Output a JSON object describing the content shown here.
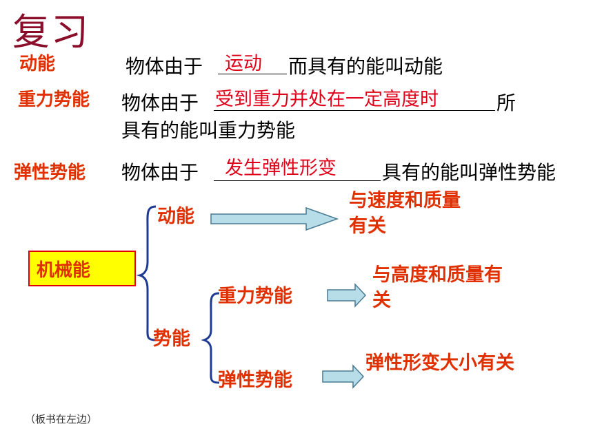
{
  "title": "复习",
  "kinetic": {
    "term": "动能",
    "before": "物体由于",
    "answer": "运动",
    "after": "而具有的能叫动能"
  },
  "gravity": {
    "term": "重力势能",
    "before": "物体由于",
    "answer": "受到重力并处在一定高度时",
    "after": "所",
    "line2": "具有的能叫重力势能"
  },
  "elastic": {
    "term": "弹性势能",
    "before": "物体由于",
    "answer": "发生弹性形变",
    "after": "具有的能叫弹性势能"
  },
  "diagram": {
    "root": "机械能",
    "kinetic_node": "动能",
    "kinetic_desc": "与速度和质量有关",
    "potential_node": "势能",
    "gravity_node": "重力势能",
    "gravity_desc": "与高度和质量有关",
    "elastic_node": "弹性势能",
    "elastic_desc": "弹性形变大小有关"
  },
  "note": "（板书在左边）",
  "colors": {
    "title": "#8a0d2a",
    "term": "#e03000",
    "answer": "#e0001a",
    "box_fill": "#ffff00",
    "arrow_fill": "#b7dde8"
  }
}
